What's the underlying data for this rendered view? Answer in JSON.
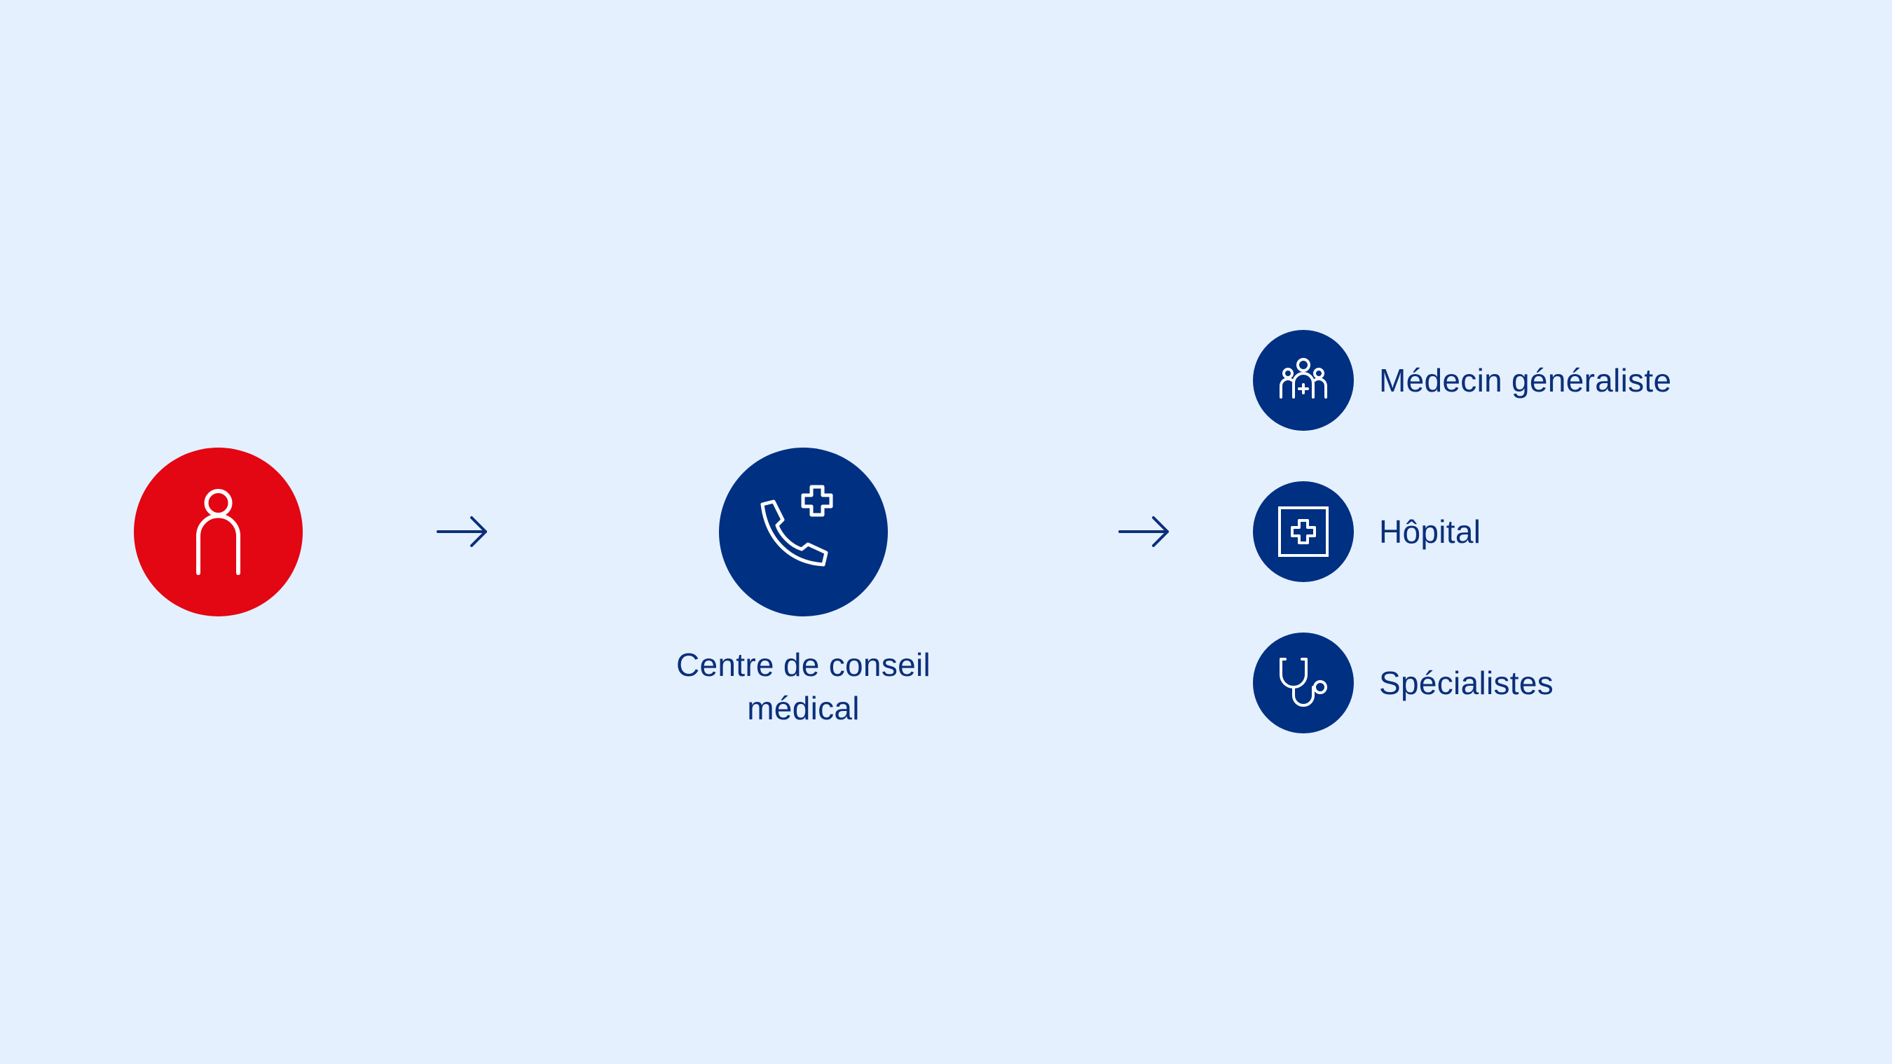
{
  "colors": {
    "background": "#e5f0fe",
    "patient": "#e30613",
    "node": "#003082",
    "text": "#0b2f79",
    "arrow": "#0b2f79"
  },
  "patient": {
    "icon": "person-icon"
  },
  "center": {
    "icon": "phone-medical-icon",
    "label_line1": "Centre de conseil",
    "label_line2": "médical"
  },
  "destinations": [
    {
      "icon": "doctors-group-icon",
      "label": "Médecin généraliste"
    },
    {
      "icon": "hospital-icon",
      "label": "Hôpital"
    },
    {
      "icon": "stethoscope-icon",
      "label": "Spécialistes"
    }
  ]
}
